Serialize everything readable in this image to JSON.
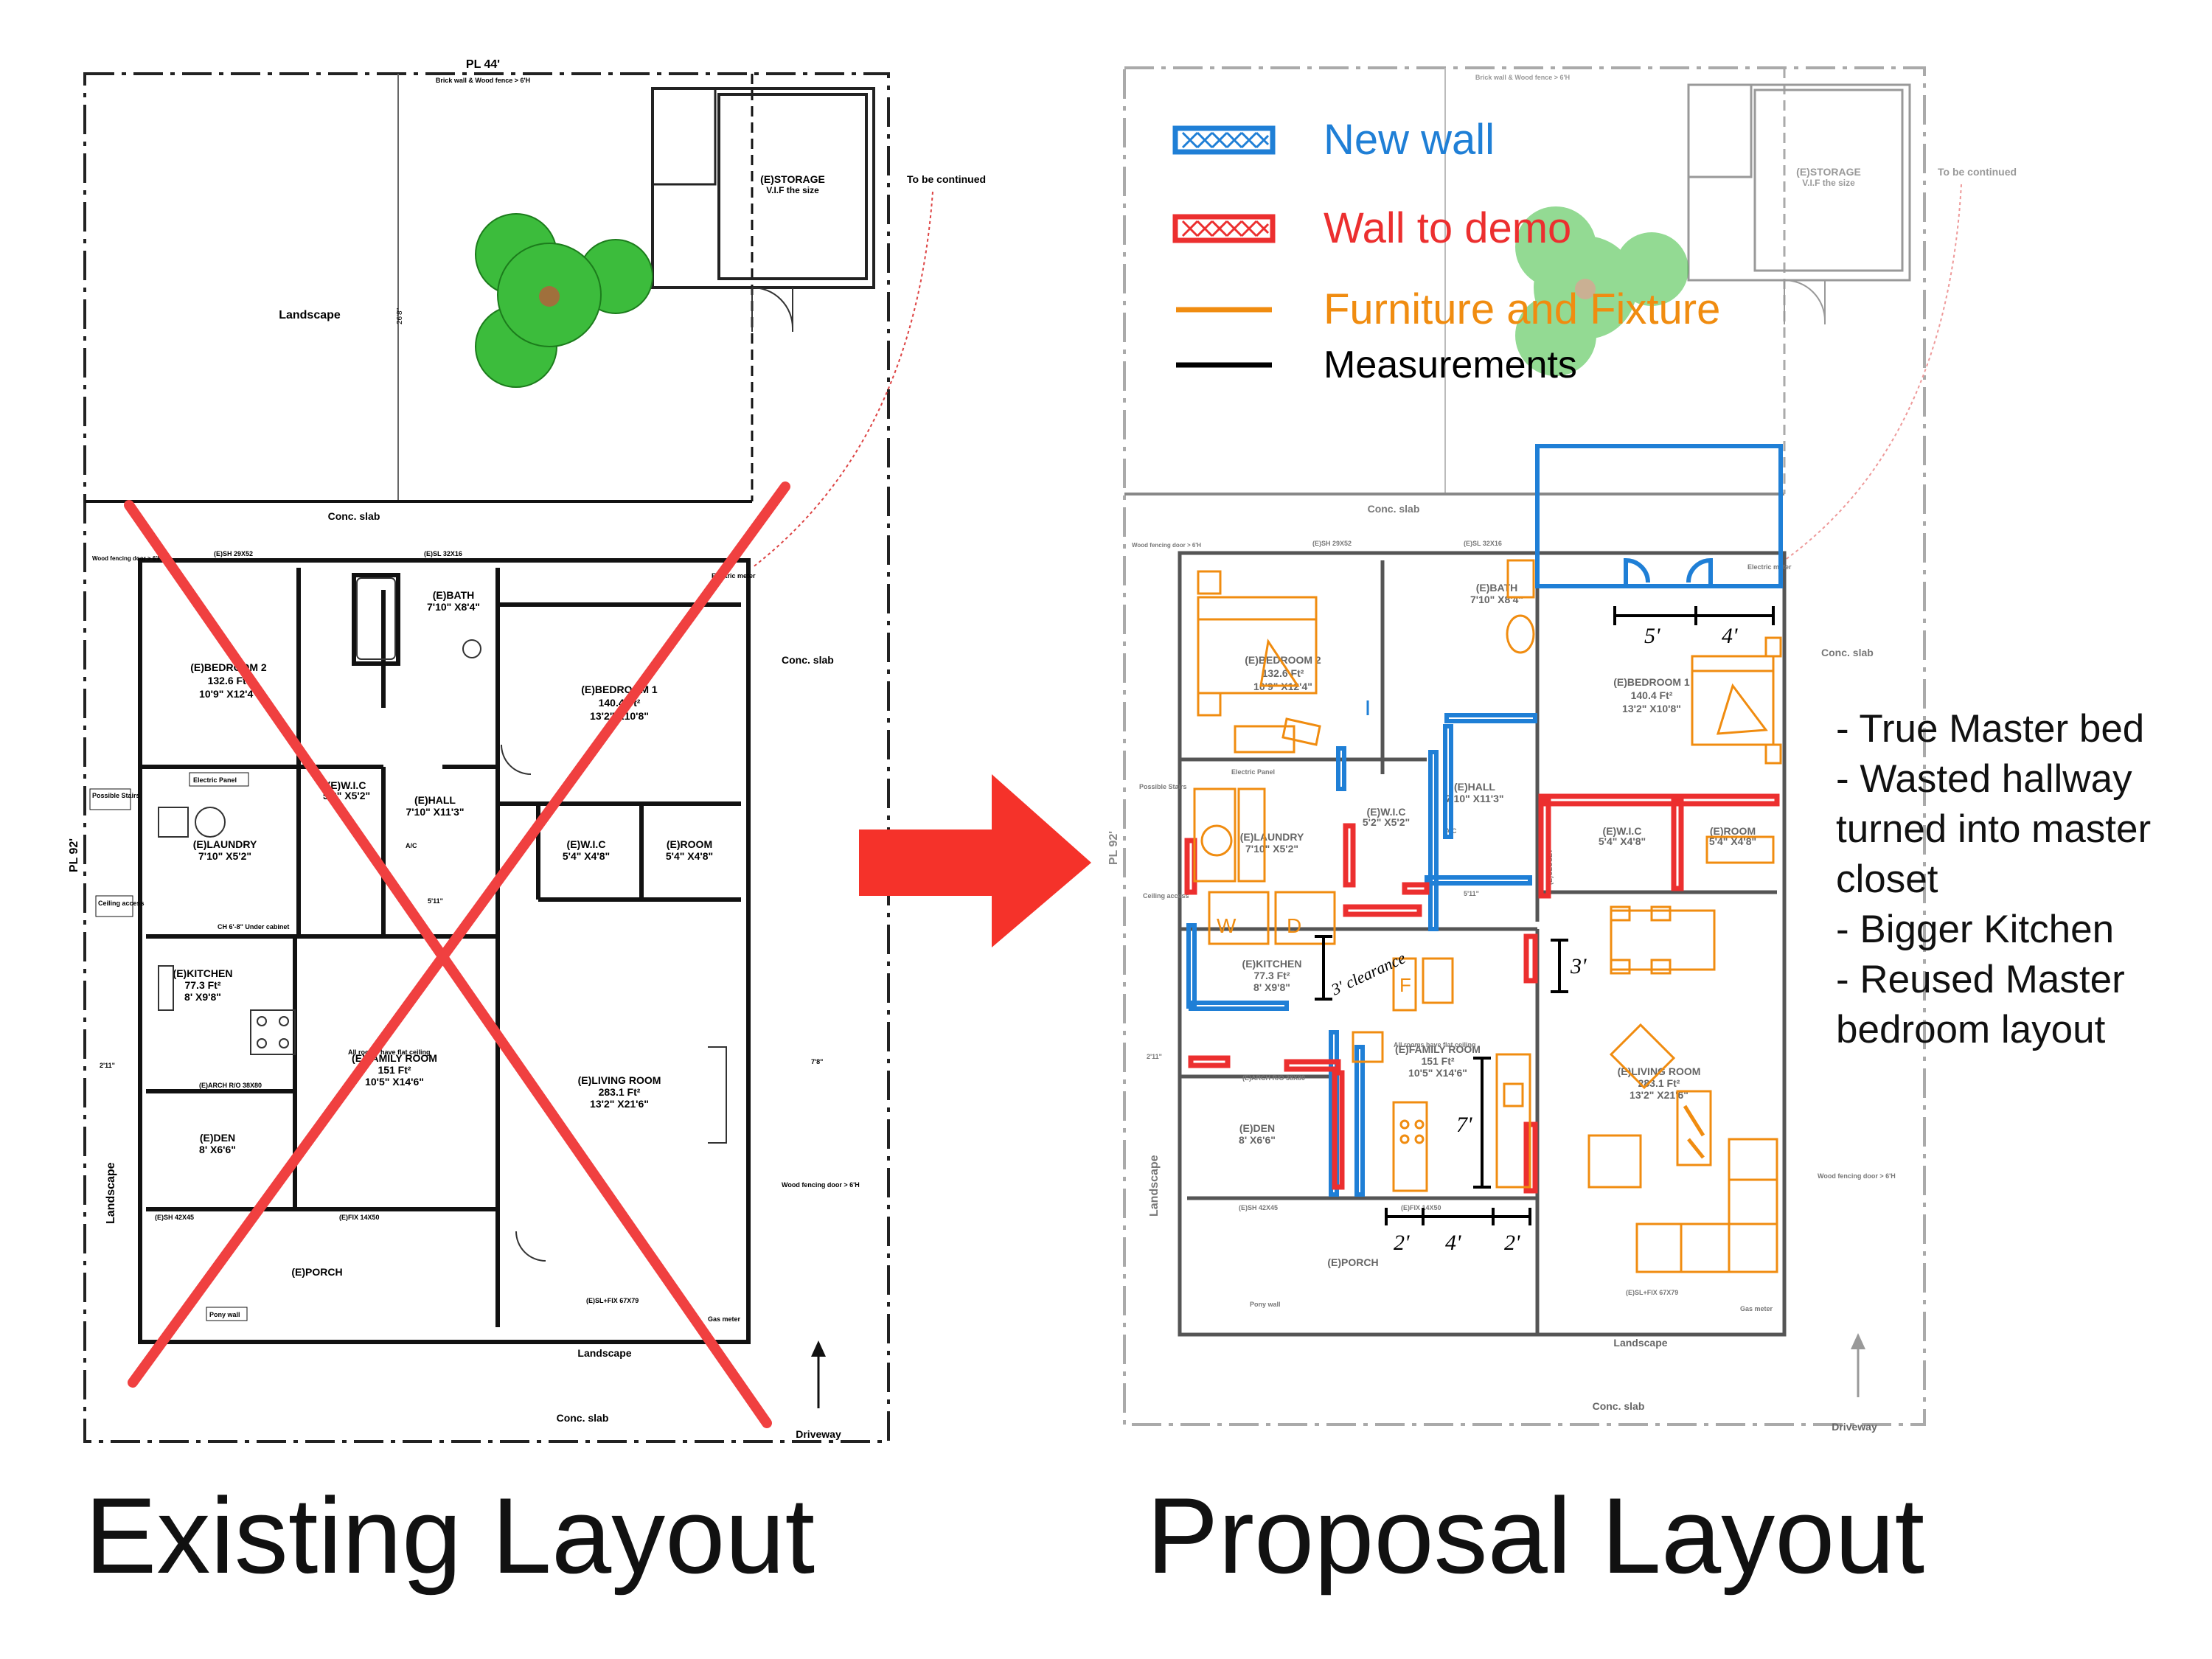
{
  "captions": {
    "existing": "Existing Layout",
    "proposal": "Proposal Layout"
  },
  "colors": {
    "new_wall": "#1f7fd6",
    "demo_wall": "#ec2f2f",
    "furniture": "#f08c10",
    "measure": "#000000",
    "cross": "#f04040",
    "arrow": "#f5322a",
    "tree": "#3cbc3c"
  },
  "legend": {
    "new_wall": "New wall",
    "wall_to_demo": "Wall to demo",
    "furniture": "Furniture and Fixture",
    "measurements": "Measurements"
  },
  "notes": [
    "- True Master bed",
    "- Wasted hallway turned into master closet",
    "- Bigger Kitchen",
    "- Reused Master bedroom layout"
  ],
  "plan_labels": {
    "pl_top": "PL 44'",
    "pl_side": "PL 92'",
    "brick_fence": "Brick wall & Wood fence > 6'H",
    "storage": "(E)STORAGE",
    "storage_note": "V.I.F the size",
    "to_be_continued": "To be continued",
    "landscape": "Landscape",
    "dim_26": "26'8\"",
    "conc_slab": "Conc. slab",
    "wood_fence": "Wood fencing door > 6'H",
    "sh_29x52": "(E)SH 29X52",
    "sl_32x16": "(E)SL 32X16",
    "electric_meter": "Electric meter",
    "bedroom2": "(E)BEDROOM 2",
    "bedroom2_area": "132.6 Ft²",
    "bedroom2_dim": "10'9\" X12'4\"",
    "bath": "(E)BATH",
    "bath_dim": "7'10\" X8'4\"",
    "bedroom1": "(E)BEDROOM 1",
    "bedroom1_area": "140.4 Ft²",
    "bedroom1_dim": "13'2\" X10'8\"",
    "electric_panel": "Electric Panel",
    "possible_stairs": "Possible Stairs",
    "laundry": "(E)LAUNDRY",
    "laundry_dim": "7'10\" X5'2\"",
    "wic": "(E)W.I.C",
    "wic_dim": "5'2\" X5'2\"",
    "hall": "(E)HALL",
    "hall_dim": "7'10\" X11'3\"",
    "ac": "A/C",
    "wic2": "(E)W.I.C",
    "wic2_dim": "5'4\" X4'8\"",
    "room": "(E)ROOM",
    "room_dim": "5'4\" X4'8\"",
    "ceiling_access": "Ceiling access",
    "under_cabinet": "CH 6'-8\" Under cabinet",
    "storage2": "(E)STORAGE",
    "kitchen": "(E)KITCHEN",
    "kitchen_area": "77.3 Ft²",
    "kitchen_dim": "8' X9'8\"",
    "family_room": "(E)FAMILY ROOM",
    "family_area": "151 Ft²",
    "family_dim": "10'5\" X14'6\"",
    "flat_ceiling": "All rooms have flat ceiling",
    "living_room": "(E)LIVING ROOM",
    "living_area": "283.1 Ft²",
    "living_dim": "13'2\" X21'6\"",
    "den": "(E)DEN",
    "den_dim": "8' X6'6\"",
    "arch": "(E)ARCH R/O 38X80",
    "dim_211": "2'11\"",
    "dim_78": "7'8\"",
    "dim_511": "5'11\"",
    "porch": "(E)PORCH",
    "pony_wall": "Pony wall",
    "sh_42x45": "(E)SH 42X45",
    "fix_14x50": "(E)FIX 14X50",
    "sl_fix": "(E)SL+FIX 67X79",
    "gas_meter": "Gas meter",
    "driveway": "Driveway",
    "closet": "(E)CLOSET",
    "dim_5": "5'",
    "dim_4": "4'",
    "dim_3": "3'",
    "dim_7": "7'",
    "dim_2": "2'",
    "clearance": "3' clearance"
  }
}
